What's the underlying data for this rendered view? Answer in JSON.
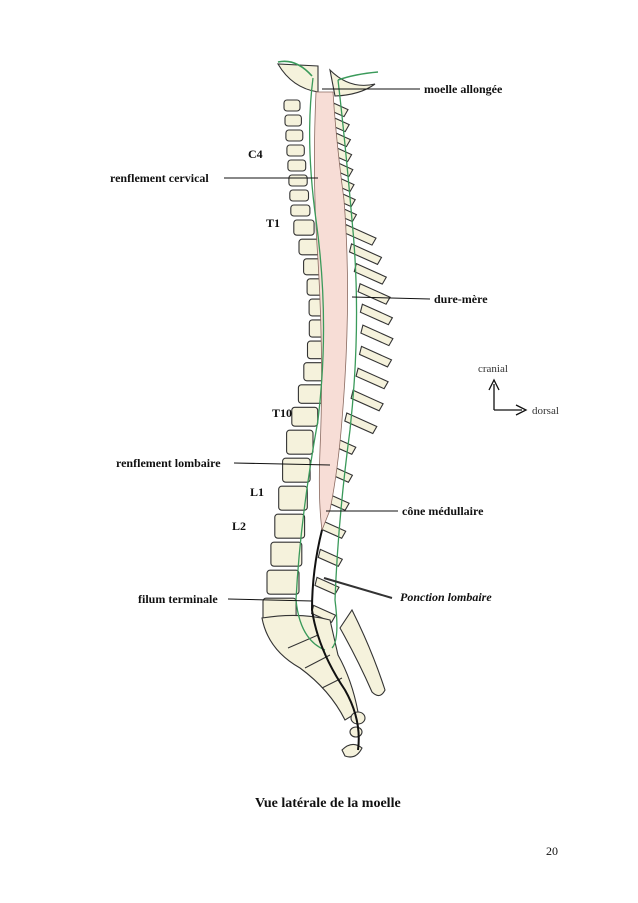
{
  "labels": {
    "moelle_allongee": "moelle allongée",
    "c4": "C4",
    "renflement_cervical": "renflement cervical",
    "t1": "T1",
    "dure_mere": "dure-mère",
    "t10": "T10",
    "renflement_lombaire": "renflement lombaire",
    "l1": "L1",
    "cone_medullaire": "cône médullaire",
    "l2": "L2",
    "filum_terminale": "filum terminale",
    "ponction_lombaire": "Ponction lombaire"
  },
  "orientation": {
    "cranial": "cranial",
    "dorsal": "dorsal"
  },
  "caption": "Vue latérale de la moelle",
  "page_number": "20",
  "colors": {
    "vertebra_fill": "#f5f2dc",
    "cord_fill": "#f7ddd6",
    "dura_stroke": "#3a9a5a",
    "filum_stroke": "#111111"
  }
}
